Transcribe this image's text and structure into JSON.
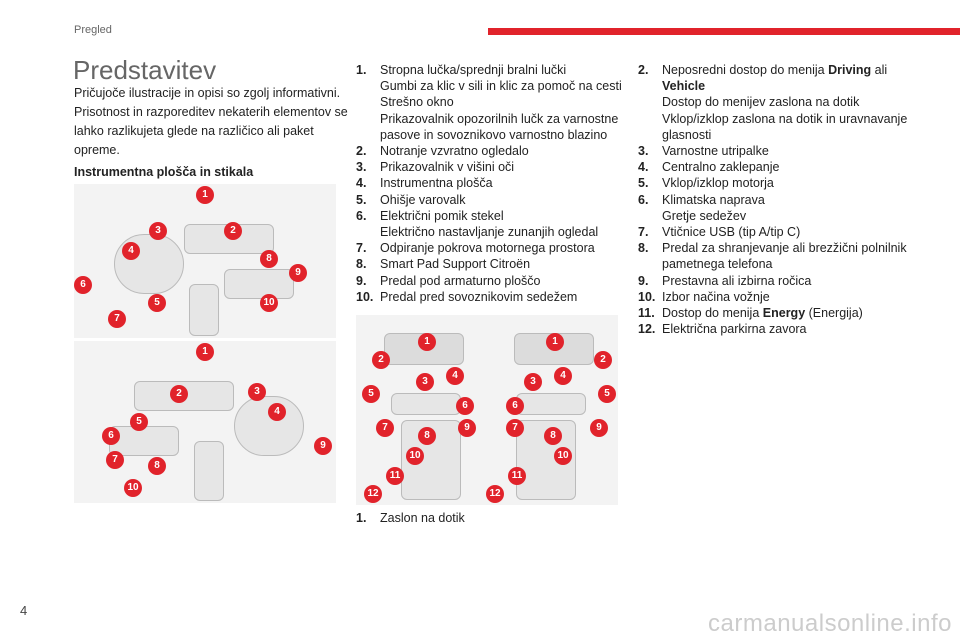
{
  "header": {
    "section": "Pregled",
    "page_number": "4"
  },
  "title": "Predstavitev",
  "intro": "Pričujoče ilustracije in opisi so zgolj informativni. Prisotnost in razporeditev nekaterih elementov se lahko razlikujeta glede na različico ali paket opreme.",
  "subheading": "Instrumentna plošča in stikala",
  "illustration1_callouts": [
    "1",
    "2",
    "3",
    "4",
    "5",
    "6",
    "7",
    "8",
    "9",
    "10"
  ],
  "illustration2_callouts": [
    "1",
    "2",
    "3",
    "4",
    "5",
    "6",
    "7",
    "8",
    "9",
    "10"
  ],
  "illustration3_callouts": [
    "1",
    "2",
    "3",
    "4",
    "5",
    "6",
    "7",
    "8",
    "9",
    "10",
    "11",
    "12"
  ],
  "list1": [
    {
      "n": "1.",
      "lines": [
        "Stropna lučka/sprednji bralni lučki",
        "Gumbi za klic v sili in klic za pomoč na cesti",
        "Strešno okno",
        "Prikazovalnik opozorilnih lučk za varnostne",
        "pasove in sovoznikovo varnostno blazino"
      ]
    },
    {
      "n": "2.",
      "lines": [
        "Notranje vzvratno ogledalo"
      ]
    },
    {
      "n": "3.",
      "lines": [
        "Prikazovalnik v višini oči"
      ]
    },
    {
      "n": "4.",
      "lines": [
        "Instrumentna plošča"
      ]
    },
    {
      "n": "5.",
      "lines": [
        "Ohišje varovalk"
      ]
    },
    {
      "n": "6.",
      "lines": [
        "Električni pomik stekel",
        "Električno nastavljanje zunanjih ogledal"
      ]
    },
    {
      "n": "7.",
      "lines": [
        "Odpiranje pokrova motornega prostora"
      ]
    },
    {
      "n": "8.",
      "lines": [
        "Smart Pad Support Citroën"
      ]
    },
    {
      "n": "9.",
      "lines": [
        "Predal pod armaturno ploščo"
      ]
    },
    {
      "n": "10.",
      "lines": [
        "Predal pred sovoznikovim sedežem"
      ]
    }
  ],
  "list2_first": {
    "n": "1.",
    "text": "Zaslon na dotik"
  },
  "list3": [
    {
      "n": "2.",
      "a": "Neposredni dostop do menija ",
      "b": "Driving",
      "c": " ali",
      "b2": "Vehicle",
      "lines": [
        "Dostop do menijev zaslona na dotik",
        "Vklop/izklop zaslona na dotik in uravnavanje",
        "glasnosti"
      ]
    },
    {
      "n": "3.",
      "lines": [
        "Varnostne utripalke"
      ]
    },
    {
      "n": "4.",
      "lines": [
        "Centralno zaklepanje"
      ]
    },
    {
      "n": "5.",
      "lines": [
        "Vklop/izklop motorja"
      ]
    },
    {
      "n": "6.",
      "lines": [
        "Klimatska naprava",
        "Gretje sedežev"
      ]
    },
    {
      "n": "7.",
      "lines": [
        "Vtičnice USB (tip A/tip C)"
      ]
    },
    {
      "n": "8.",
      "lines": [
        "Predal za shranjevanje ali brezžični polnilnik",
        "pametnega telefona"
      ]
    },
    {
      "n": "9.",
      "lines": [
        "Prestavna ali izbirna ročica"
      ]
    },
    {
      "n": "10.",
      "lines": [
        "Izbor načina vožnje"
      ]
    },
    {
      "n": "11.",
      "a": "Dostop do menija ",
      "b": "Energy",
      "c": " (Energija)"
    },
    {
      "n": "12.",
      "lines": [
        "Električna parkirna zavora"
      ]
    }
  ],
  "watermark": "carmanualsonline.info"
}
